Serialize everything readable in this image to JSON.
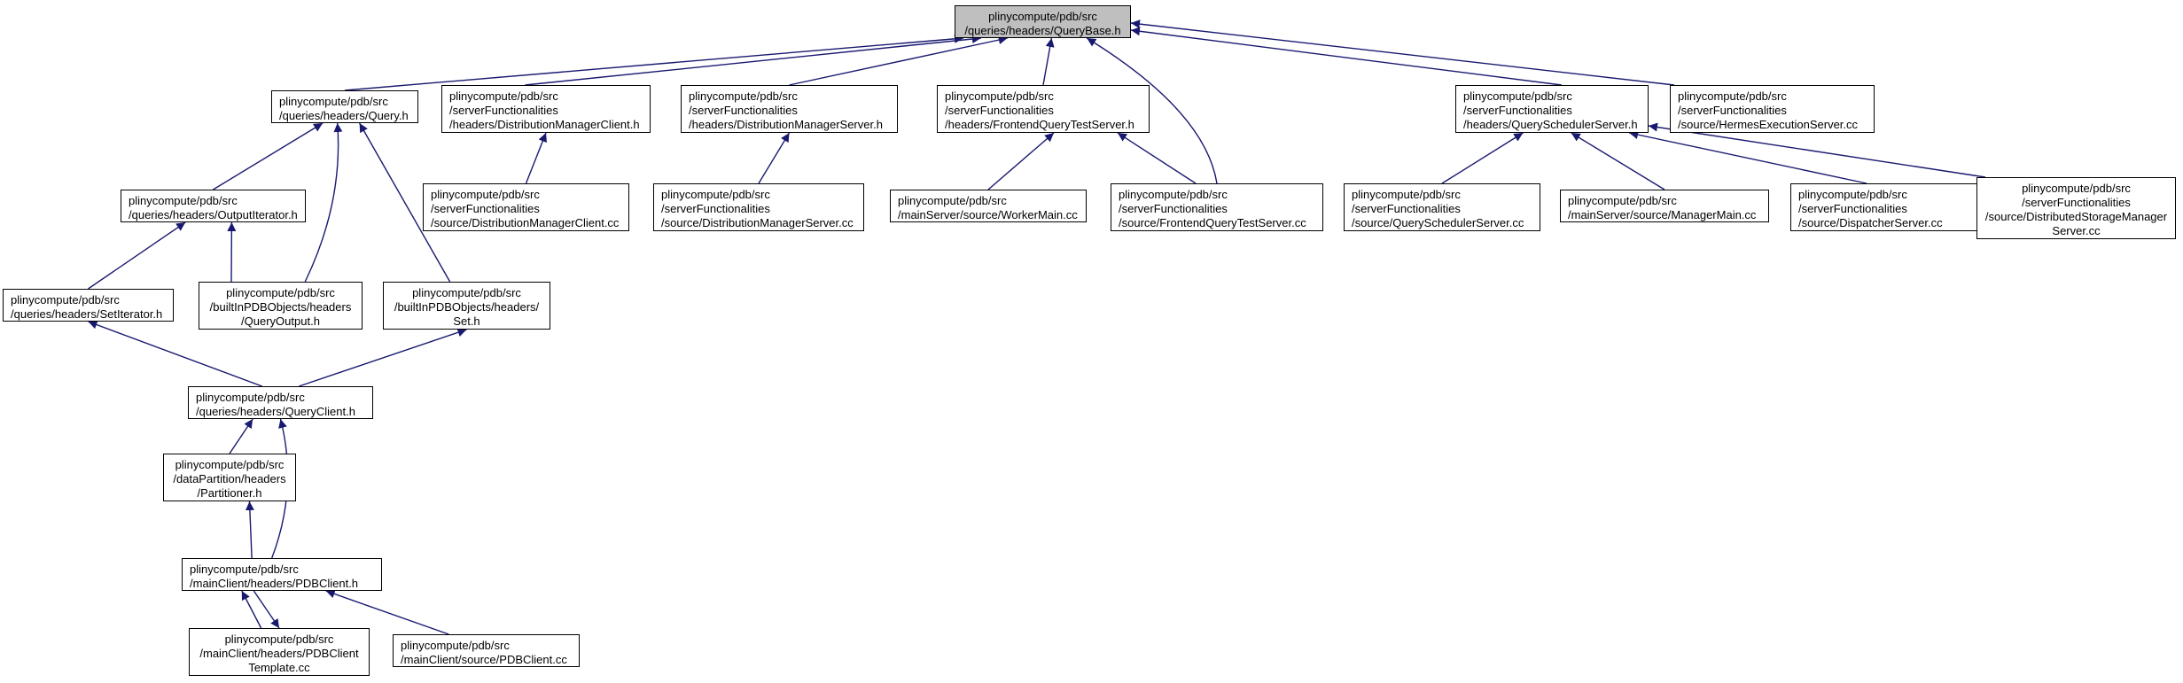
{
  "diagram": {
    "colors": {
      "edge": "#191970",
      "root_fill": "#bfbfbf",
      "node_fill": "#ffffff",
      "border": "#000000"
    },
    "nodes": [
      {
        "id": "querybase",
        "lines": [
          "plinycompute/pdb/src",
          "/queries/headers/QueryBase.h"
        ],
        "root": true
      },
      {
        "id": "query",
        "lines": [
          "plinycompute/pdb/src",
          "/queries/headers/Query.h"
        ]
      },
      {
        "id": "dmc_h",
        "lines": [
          "plinycompute/pdb/src",
          "/serverFunctionalities",
          "/headers/DistributionManagerClient.h"
        ]
      },
      {
        "id": "dms_h",
        "lines": [
          "plinycompute/pdb/src",
          "/serverFunctionalities",
          "/headers/DistributionManagerServer.h"
        ]
      },
      {
        "id": "fqts_h",
        "lines": [
          "plinycompute/pdb/src",
          "/serverFunctionalities",
          "/headers/FrontendQueryTestServer.h"
        ]
      },
      {
        "id": "qss_h",
        "lines": [
          "plinycompute/pdb/src",
          "/serverFunctionalities",
          "/headers/QuerySchedulerServer.h"
        ]
      },
      {
        "id": "hes_cc",
        "lines": [
          "plinycompute/pdb/src",
          "/serverFunctionalities",
          "/source/HermesExecutionServer.cc"
        ]
      },
      {
        "id": "outputiter",
        "lines": [
          "plinycompute/pdb/src",
          "/queries/headers/OutputIterator.h"
        ]
      },
      {
        "id": "dmc_cc",
        "lines": [
          "plinycompute/pdb/src",
          "/serverFunctionalities",
          "/source/DistributionManagerClient.cc"
        ]
      },
      {
        "id": "dms_cc",
        "lines": [
          "plinycompute/pdb/src",
          "/serverFunctionalities",
          "/source/DistributionManagerServer.cc"
        ]
      },
      {
        "id": "workermain",
        "lines": [
          "plinycompute/pdb/src",
          "/mainServer/source/WorkerMain.cc"
        ]
      },
      {
        "id": "fqts_cc",
        "lines": [
          "plinycompute/pdb/src",
          "/serverFunctionalities",
          "/source/FrontendQueryTestServer.cc"
        ]
      },
      {
        "id": "qss_cc",
        "lines": [
          "plinycompute/pdb/src",
          "/serverFunctionalities",
          "/source/QuerySchedulerServer.cc"
        ]
      },
      {
        "id": "managermain",
        "lines": [
          "plinycompute/pdb/src",
          "/mainServer/source/ManagerMain.cc"
        ]
      },
      {
        "id": "dispatcher",
        "lines": [
          "plinycompute/pdb/src",
          "/serverFunctionalities",
          "/source/DispatcherServer.cc"
        ]
      },
      {
        "id": "dsms",
        "lines": [
          "plinycompute/pdb/src",
          "/serverFunctionalities",
          "/source/DistributedStorageManager",
          "Server.cc"
        ],
        "center": true
      },
      {
        "id": "setiter",
        "lines": [
          "plinycompute/pdb/src",
          "/queries/headers/SetIterator.h"
        ]
      },
      {
        "id": "queryoutput",
        "lines": [
          "plinycompute/pdb/src",
          "/builtInPDBObjects/headers",
          "/QueryOutput.h"
        ],
        "center": true
      },
      {
        "id": "set_h",
        "lines": [
          "plinycompute/pdb/src",
          "/builtInPDBObjects/headers/",
          "Set.h"
        ],
        "center": true
      },
      {
        "id": "queryclient",
        "lines": [
          "plinycompute/pdb/src",
          "/queries/headers/QueryClient.h"
        ]
      },
      {
        "id": "partitioner",
        "lines": [
          "plinycompute/pdb/src",
          "/dataPartition/headers",
          "/Partitioner.h"
        ],
        "center": true
      },
      {
        "id": "pdbclient_h",
        "lines": [
          "plinycompute/pdb/src",
          "/mainClient/headers/PDBClient.h"
        ]
      },
      {
        "id": "pdbclient_tmpl",
        "lines": [
          "plinycompute/pdb/src",
          "/mainClient/headers/PDBClient",
          "Template.cc"
        ],
        "center": true
      },
      {
        "id": "pdbclient_cc",
        "lines": [
          "plinycompute/pdb/src",
          "/mainClient/source/PDBClient.cc"
        ]
      }
    ],
    "edges": [
      [
        "query",
        "querybase"
      ],
      [
        "dmc_h",
        "querybase"
      ],
      [
        "dms_h",
        "querybase"
      ],
      [
        "fqts_h",
        "querybase"
      ],
      [
        "fqts_cc",
        "querybase"
      ],
      [
        "qss_h",
        "querybase"
      ],
      [
        "hes_cc",
        "querybase"
      ],
      [
        "outputiter",
        "query"
      ],
      [
        "queryoutput",
        "query"
      ],
      [
        "set_h",
        "query"
      ],
      [
        "dmc_cc",
        "dmc_h"
      ],
      [
        "dms_cc",
        "dms_h"
      ],
      [
        "workermain",
        "fqts_h"
      ],
      [
        "fqts_cc",
        "fqts_h"
      ],
      [
        "qss_cc",
        "qss_h"
      ],
      [
        "managermain",
        "qss_h"
      ],
      [
        "dispatcher",
        "qss_h"
      ],
      [
        "dsms",
        "qss_h"
      ],
      [
        "setiter",
        "outputiter"
      ],
      [
        "queryoutput",
        "outputiter"
      ],
      [
        "queryclient",
        "setiter"
      ],
      [
        "queryclient",
        "set_h"
      ],
      [
        "partitioner",
        "queryclient"
      ],
      [
        "pdbclient_h",
        "queryclient"
      ],
      [
        "pdbclient_h",
        "partitioner"
      ],
      [
        "pdbclient_tmpl",
        "pdbclient_h"
      ],
      [
        "pdbclient_h",
        "pdbclient_tmpl"
      ],
      [
        "pdbclient_cc",
        "pdbclient_h"
      ]
    ]
  }
}
